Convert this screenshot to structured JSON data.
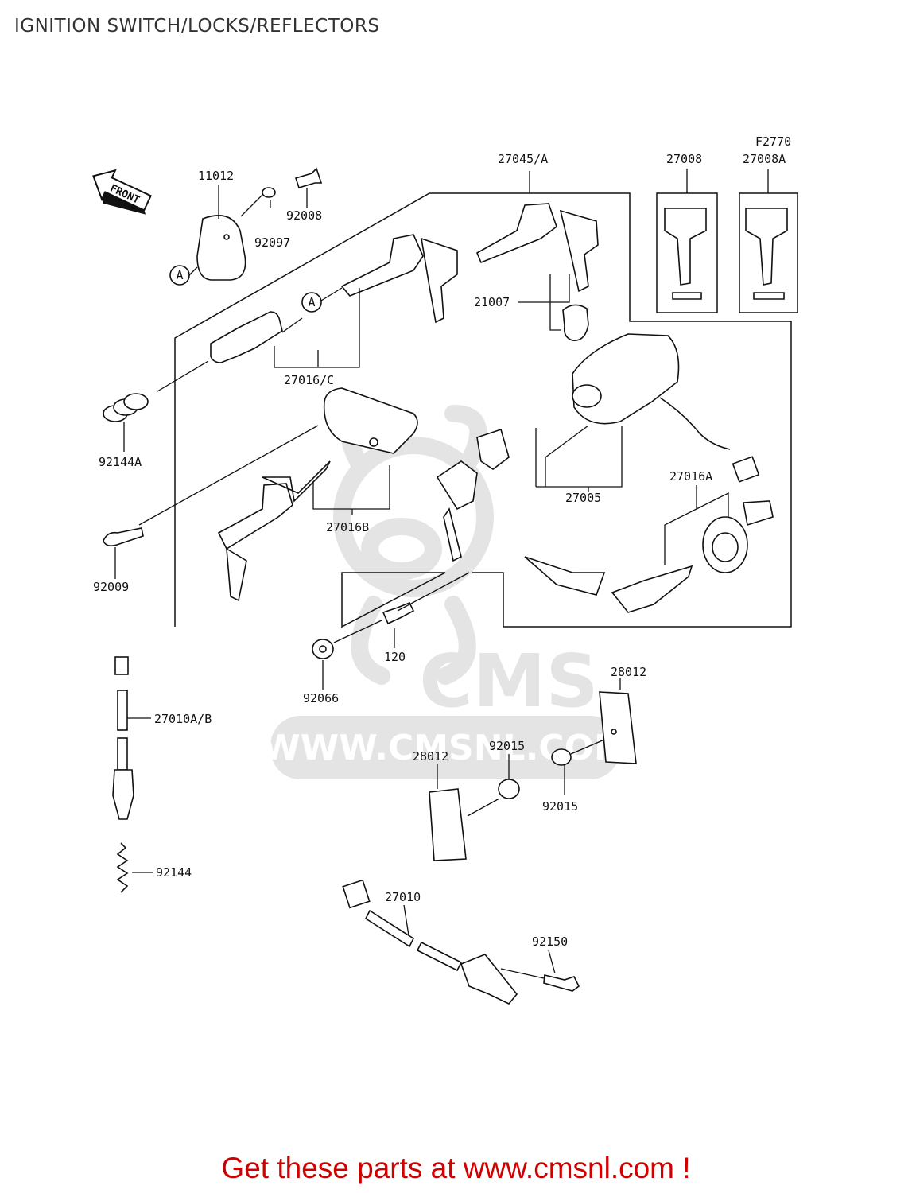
{
  "title": "IGNITION SWITCH/LOCKS/REFLECTORS",
  "figure_code": "F2770",
  "front_label": "FRONT",
  "callout_letter": "A",
  "watermark": {
    "logo": "CMS",
    "url": "WWW.CMSNL.COM"
  },
  "parts": {
    "p11012": "11012",
    "p92008": "92008",
    "p92097": "92097",
    "p27045A": "27045/A",
    "p27008": "27008",
    "p27008A": "27008A",
    "p21007": "21007",
    "p27016C": "27016/C",
    "p92144A": "92144A",
    "p27016B": "27016B",
    "p27005": "27005",
    "p27016A": "27016A",
    "p92009": "92009",
    "p120": "120",
    "p92066": "92066",
    "p28012a": "28012",
    "p27010AB": "27010A/B",
    "p92015a": "92015",
    "p28012b": "28012",
    "p92015b": "92015",
    "p92144": "92144",
    "p27010": "27010",
    "p92150": "92150"
  },
  "footer": {
    "text": "Get these parts at www.cmsnl.com !"
  },
  "colors": {
    "line": "#111111",
    "watermark": "#e4e4e4",
    "footer": "#d00000"
  }
}
